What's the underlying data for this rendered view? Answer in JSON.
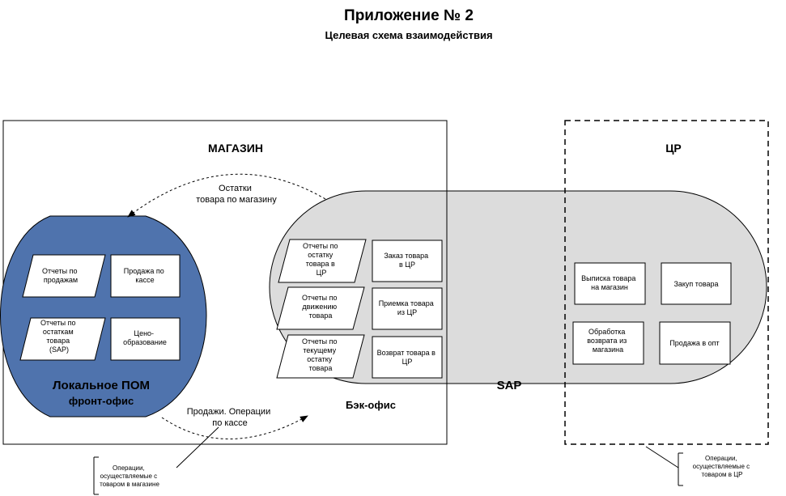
{
  "title": "Приложение № 2",
  "subtitle": "Целевая схема взаимодействия",
  "store": {
    "label": "МАГАЗИН",
    "pom": {
      "line1": "Локальное ПОМ",
      "line2": "фронт-офис"
    },
    "front_items": [
      {
        "lines": [
          "Отчеты по",
          "продажам"
        ]
      },
      {
        "lines": [
          "Продажа по",
          "кассе"
        ]
      },
      {
        "lines": [
          "Отчеты по",
          "остаткам",
          "товара",
          "(SAP)"
        ]
      },
      {
        "lines": [
          "Цено-",
          "образование"
        ]
      }
    ],
    "back_office_label": "Бэк-офис",
    "back_reports": [
      {
        "lines": [
          "Отчеты по",
          "остатку",
          "товара в",
          "ЦР"
        ]
      },
      {
        "lines": [
          "Отчеты по",
          "движению",
          "товара"
        ]
      },
      {
        "lines": [
          "Отчеты по",
          "текущему",
          "остатку",
          "товара"
        ]
      }
    ],
    "back_actions": [
      {
        "lines": [
          "Заказ товара",
          "в ЦР"
        ]
      },
      {
        "lines": [
          "Приемка товара",
          "из ЦР"
        ]
      },
      {
        "lines": [
          "Возврат товара в",
          "ЦР"
        ]
      }
    ],
    "arrow_top": {
      "lines": [
        "Остатки",
        "товара по магазину"
      ]
    },
    "arrow_bottom": {
      "lines": [
        "Продажи. Операции",
        "по кассе"
      ]
    }
  },
  "dc": {
    "label": "ЦР",
    "items": [
      {
        "lines": [
          "Выписка товара",
          "на магазин"
        ]
      },
      {
        "lines": [
          "Закуп товара"
        ]
      },
      {
        "lines": [
          "Обработка",
          "возврата из",
          "магазина"
        ]
      },
      {
        "lines": [
          "Продажа в опт"
        ]
      }
    ]
  },
  "sap_label": "SAP",
  "callouts": {
    "store": {
      "lines": [
        "Операции,",
        "осуществляемые с",
        "товаром  в магазине"
      ]
    },
    "dc": {
      "lines": [
        "Операции,",
        "осуществляемые с",
        "товаром  в ЦР"
      ]
    }
  },
  "colors": {
    "pom_fill": "#4f73ad",
    "sap_fill": "#dcdcdc",
    "line": "#000000",
    "box_fill": "#ffffff"
  }
}
